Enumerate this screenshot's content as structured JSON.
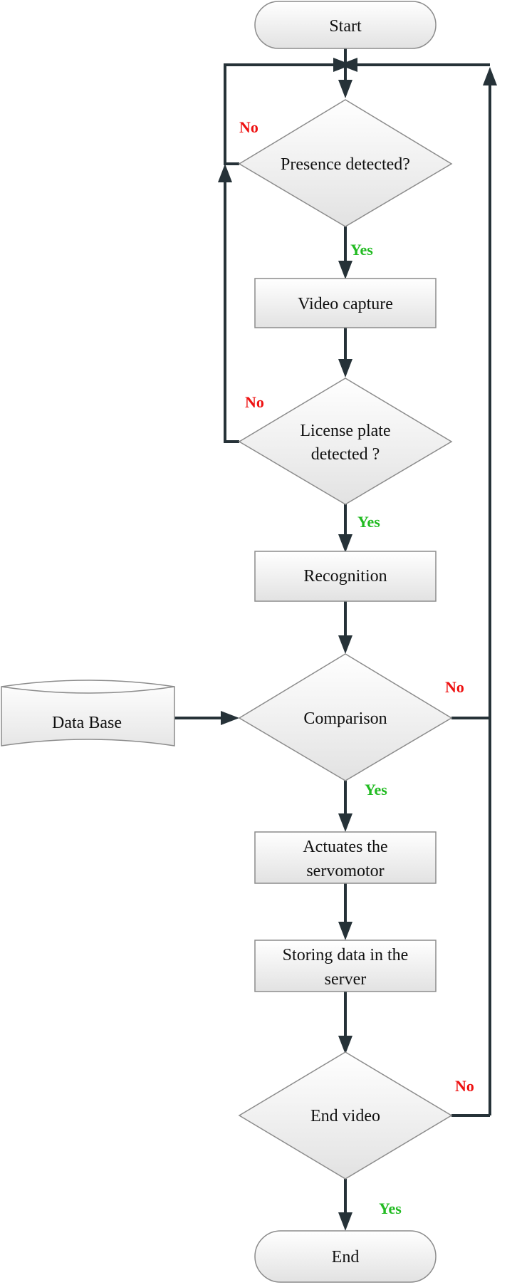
{
  "colors": {
    "yes": "#22bb22",
    "no": "#ee1111",
    "arrow": "#263238",
    "shape_fill_light": "#ffffff",
    "shape_fill_dark": "#e2e2e2",
    "shape_stroke": "#8c8c8c"
  },
  "nodes": {
    "start": "Start",
    "presence": "Presence detected?",
    "video_capture": "Video capture",
    "plate_line1": "License plate",
    "plate_line2": "detected ?",
    "recognition": "Recognition",
    "comparison": "Comparison",
    "database": "Data Base",
    "actuates_line1": "Actuates the",
    "actuates_line2": "servomotor",
    "storing_line1": "Storing data in the",
    "storing_line2": "server",
    "end_video": "End video",
    "end": "End"
  },
  "branch_labels": {
    "presence_no": "No",
    "presence_yes": "Yes",
    "plate_no": "No",
    "plate_yes": "Yes",
    "comparison_no": "No",
    "comparison_yes": "Yes",
    "endvideo_no": "No",
    "endvideo_yes": "Yes"
  }
}
